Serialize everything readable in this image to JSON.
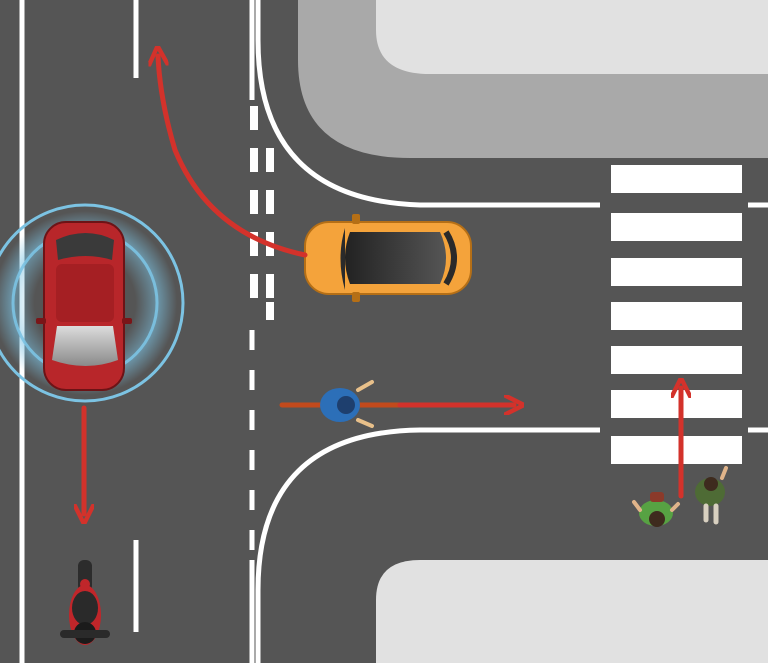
{
  "scene": {
    "kind": "traffic-intersection-illustration",
    "colors": {
      "road": "#555555",
      "lane_marking": "#ffffff",
      "sidewalk_dark": "#a9a9a9",
      "sidewalk_light": "#e1e1e1",
      "arrow": "#d3322b",
      "sensor_ring": "#7cc3e3",
      "red_car": "#b8262a",
      "orange_car": "#f4a33b",
      "cyclist_shirt": "#2c6fb8",
      "pedestrian_1": "#57a243",
      "pedestrian_2": "#4e6b35"
    },
    "actors": [
      {
        "name": "red-car",
        "heading": "north",
        "sensor_rings": true
      },
      {
        "name": "motorcycle",
        "heading": "north"
      },
      {
        "name": "orange-car",
        "heading": "west-turning-north"
      },
      {
        "name": "cyclist",
        "heading": "east"
      },
      {
        "name": "pedestrians",
        "count": 2,
        "heading": "north"
      }
    ],
    "arrows": [
      {
        "name": "red-car-arrow",
        "direction": "south"
      },
      {
        "name": "orange-car-arrow",
        "direction": "turn-north"
      },
      {
        "name": "cyclist-arrow",
        "direction": "east"
      },
      {
        "name": "pedestrian-arrow",
        "direction": "north"
      }
    ]
  }
}
